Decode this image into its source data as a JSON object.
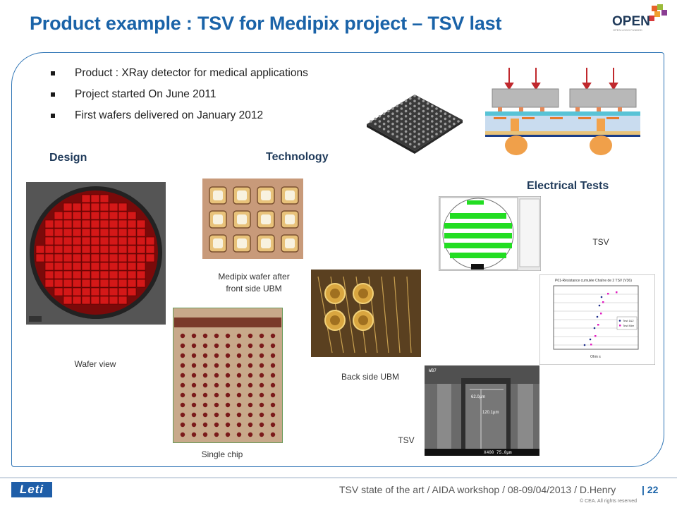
{
  "slide": {
    "title": "Product example : TSV for Medipix project  – TSV last",
    "logo_text": "OPEN",
    "logo_subtext": "OPEN LOGO FUNDED",
    "bullets": [
      "Product : XRay detector for medical applications",
      " Project started On June 2011",
      " First wafers delivered on January 2012"
    ],
    "sections": {
      "design": "Design",
      "technology": "Technology",
      "electrical_tests": "Electrical Tests"
    },
    "captions": {
      "wafer_view": "Wafer view",
      "single_chip": "Single chip",
      "medipix_line1": "Medipix wafer after",
      "medipix_line2": "front side UBM",
      "back_side_ubm": "Back side UBM",
      "tsv_top": "TSV",
      "tsv_bottom": "TSV"
    },
    "sem": {
      "label_top": "WB7",
      "measure_1": "62.0µm",
      "measure_2": "120.1µm",
      "scale": "X400  75.0µm"
    },
    "chart_title": "P01-Résistance cumulée Chaîne de 2 TSV (V36)",
    "chart_xlabel": "Ohm s",
    "chart_legend": [
      "Test 1&2",
      "Test Mire"
    ],
    "footer": {
      "text": "TSV state of the art / AIDA workshop / 08-09/04/2013 / D.Henry",
      "page": "| 22",
      "copyright": "© CEA. All rights reserved",
      "brand": "Leti"
    },
    "colors": {
      "title": "#1a63a8",
      "border": "#2e74b5"
    }
  }
}
